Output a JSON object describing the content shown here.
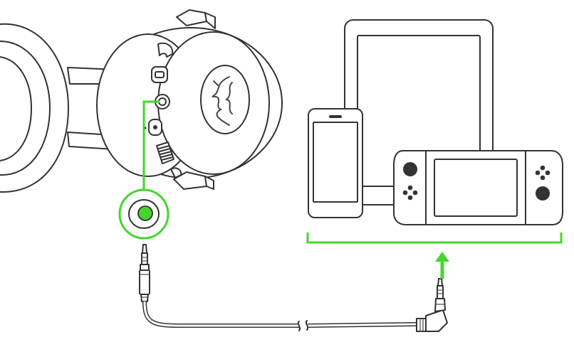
{
  "diagram": {
    "headset": {
      "icon": "headset-icon",
      "logo": "razer-logo-icon"
    },
    "connection": {
      "icon": "audio-jack-icon",
      "highlight_color": "#44d62c"
    },
    "cable": {
      "icon": "cable-3-5mm-icon"
    },
    "devices": [
      {
        "id": "tablet",
        "icon": "tablet-icon"
      },
      {
        "id": "smartphone",
        "icon": "smartphone-icon"
      },
      {
        "id": "handheld-console",
        "icon": "game-console-icon"
      }
    ],
    "colors": {
      "accent": "#44d62c",
      "line": "#333333",
      "jack_fill": "#44d62c"
    }
  }
}
